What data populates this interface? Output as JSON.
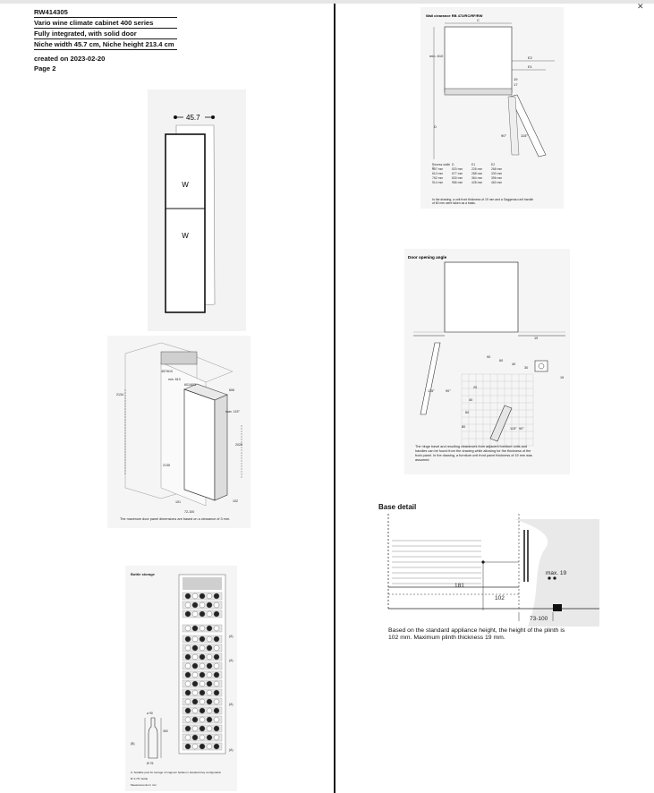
{
  "header": {
    "model": "RW414305",
    "series": "Vario wine climate cabinet 400 series",
    "description": "Fully integrated, with solid door",
    "niche": "Niche width 45.7 cm, Niche height 213.4 cm",
    "created": "created on 2023-02-20",
    "page": "Page 2"
  },
  "front_view": {
    "width_label": "45.7",
    "zone_upper": "W",
    "zone_lower": "W"
  },
  "installation": {
    "labels": [
      "2134",
      "457/610",
      "min. 610",
      "601/603",
      "606",
      "max. 115°",
      "2020",
      "2135",
      "101",
      "72-100",
      "102"
    ],
    "caption": "The maximum door panel dimensions are based on a clearance of 3 mm."
  },
  "bottle_storage": {
    "title": "Bottle storage",
    "labels": [
      "(A)",
      "(A)",
      "(A)",
      "(A)",
      "(B)",
      "⌀ 90",
      "300",
      "Ø 76"
    ],
    "notes": [
      "A: Suitable pool for storage of magnum bottles in standard tray configuration",
      "B: 0.75 l bottle",
      "Measurements in mm"
    ]
  },
  "wall_clearance": {
    "title": "Wall clearance RB 472/RC/RF/RW",
    "labels": [
      "C",
      "E2",
      "E1",
      "min. 610",
      "19",
      "17",
      "D",
      "90°",
      "115°"
    ],
    "table_header": [
      "Recess width C",
      "D",
      "E1",
      "E2"
    ],
    "table_rows": [
      [
        "457 mm",
        "520 mm",
        "226 mm",
        "268 mm"
      ],
      [
        "610 mm",
        "677 mm",
        "288 mm",
        "330 mm"
      ],
      [
        "762 mm",
        "830 mm",
        "364 mm",
        "396 mm"
      ],
      [
        "914 mm",
        "986 mm",
        "428 mm",
        "460 mm"
      ]
    ],
    "note": "In the drawing, a unit front thickness of 19 mm and a Gaggenau unit handle of 60 mm were taken as a basis."
  },
  "door_angle": {
    "title": "Door opening angle",
    "labels": [
      "19",
      "90",
      "60",
      "40",
      "30",
      "19",
      "20",
      "40",
      "60",
      "80",
      "115°",
      "90°",
      "115°",
      "90°"
    ],
    "note": "The hinge travel and resulting clearances from adjacent furniture units and handles can be found from the drawing while allowing for the thickness of the front panel. In the drawing, a furniture unit front panel thickness of 19 mm was assumed."
  },
  "base_detail": {
    "title": "Base detail",
    "labels": [
      "max. 19",
      "181",
      "102",
      "73-100"
    ],
    "caption": "Based on the standard appliance height, the height of the plinth is 102 mm. Maximum plinth thickness 19 mm."
  }
}
